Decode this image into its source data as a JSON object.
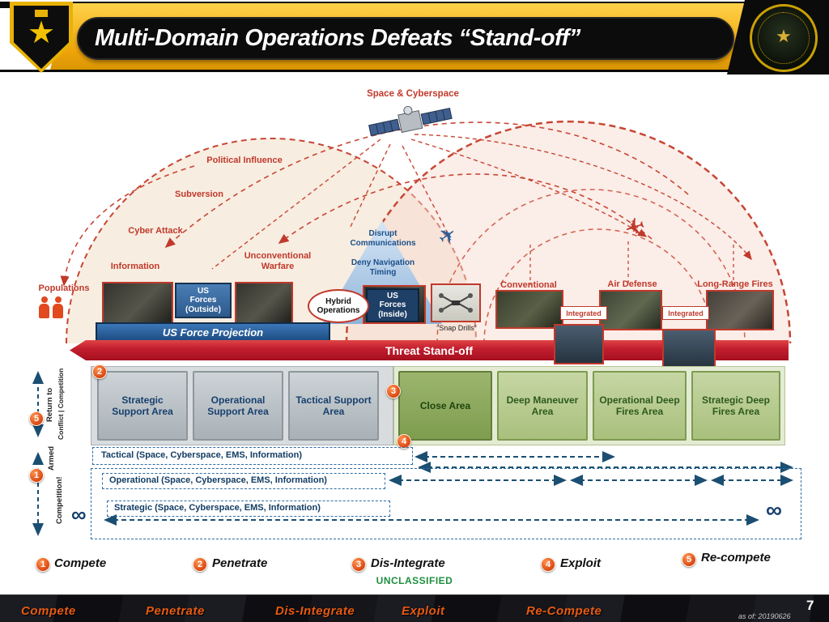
{
  "header": {
    "title": "Multi-Domain Operations Defeats “Stand-off”"
  },
  "diagram": {
    "space_cyberspace": "Space & Cyberspace",
    "political_influence": "Political Influence",
    "subversion": "Subversion",
    "cyber_attack": "Cyber Attack",
    "information": "Information",
    "populations": "Populations",
    "unconventional_warfare": "Unconventional Warfare",
    "disrupt_communications": "Disrupt Communications",
    "deny_navigation_timing": "Deny Navigation Timing",
    "hybrid_operations": "Hybrid Operations",
    "us_forces_outside": "US\nForces\n(Outside)",
    "us_forces_inside": "US\nForces\n(Inside)",
    "snap_drills": "“Snap Drills”",
    "conventional": "Conventional",
    "air_defense": "Air Defense",
    "long_range_fires": "Long-Range Fires",
    "integrated_left": "Integrated",
    "integrated_right": "Integrated",
    "us_force_projection": "US Force Projection",
    "threat_standoff": "Threat Stand-off"
  },
  "areas": {
    "support": [
      "Strategic Support Area",
      "Operational Support Area",
      "Tactical Support Area"
    ],
    "forward": [
      "Close Area",
      "Deep Maneuver Area",
      "Operational Deep Fires Area",
      "Strategic Deep Fires Area"
    ]
  },
  "side": {
    "return_to": "Return to",
    "conflict_competition": "Conflict | Competition",
    "armed": "Armed",
    "competition": "Competition!",
    "infinity_left": "∞",
    "infinity_right": "∞"
  },
  "dimension_rows": {
    "tactical": "Tactical (Space, Cyberspace, EMS, Information)",
    "operational": "Operational (Space, Cyberspace, EMS, Information)",
    "strategic": "Strategic (Space, Cyberspace, EMS, Information)"
  },
  "badges": {
    "n1": "1",
    "n2": "2",
    "n3": "3",
    "n4": "4",
    "n5": "5"
  },
  "legend": [
    {
      "num": "1",
      "label": "Compete"
    },
    {
      "num": "2",
      "label": "Penetrate"
    },
    {
      "num": "3",
      "label": "Dis-Integrate"
    },
    {
      "num": "4",
      "label": "Exploit"
    },
    {
      "num": "5",
      "label": "Re-compete"
    }
  ],
  "classification": "UNCLASSIFIED",
  "footer": {
    "items": [
      "Compete",
      "Penetrate",
      "Dis-Integrate",
      "Exploit",
      "Re-Compete"
    ],
    "page_number": "7",
    "as_of": "as of: 20190626"
  },
  "colors": {
    "gold": "#f2b705",
    "red": "#c0392b",
    "navy": "#1b4f72",
    "green_area": "#a9c07d",
    "badge_orange": "#d8430f",
    "footer_orange": "#e85a10",
    "unclassified_green": "#1e8e3e"
  }
}
